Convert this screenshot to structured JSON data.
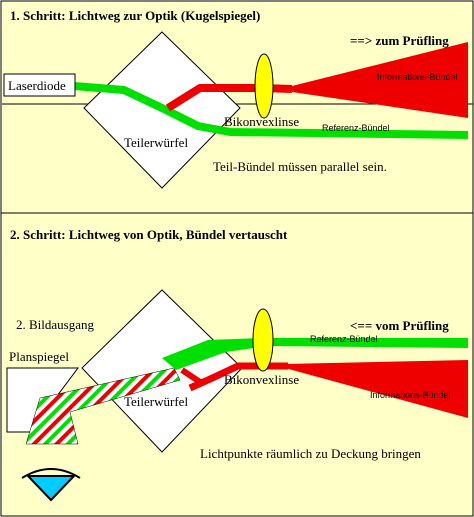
{
  "colors": {
    "background": "#ffffc8",
    "frame": "#000000",
    "beam_green": "#00e000",
    "beam_red": "#ee0000",
    "lens_yellow": "#ffff00",
    "eye_cyan": "#00ccff"
  },
  "panel1": {
    "title": "1. Schritt: Lichtweg zur Optik (Kugelspiegel)",
    "direction": "==> zum Prüfling",
    "laser_label": "Laserdiode",
    "cube_label": "Teilerwürfel",
    "lens_label": "Bikonvexlinse",
    "info_bundle": "Informations-Bündel",
    "ref_bundle": "Referenz-Bündel",
    "note": "Teil-Bündel müssen parallel sein."
  },
  "panel2": {
    "title": "2. Schritt: Lichtweg von Optik, Bündel vertauscht",
    "output_label": "2. Bildausgang",
    "direction": "<== vom Prüfling",
    "mirror_label": "Planspiegel",
    "cube_label": "Teilerwürfel",
    "lens_label": "Bikonvexlinse",
    "ref_bundle": "Referenz-Bündel",
    "info_bundle": "Informations-Bündel",
    "note": "Lichtpunkte räumlich zu Deckung bringen"
  },
  "icons": {
    "eye": "eye-icon",
    "lens": "biconvex-lens-icon",
    "cube": "beam-splitter-cube-icon",
    "mirror": "plane-mirror-icon"
  }
}
